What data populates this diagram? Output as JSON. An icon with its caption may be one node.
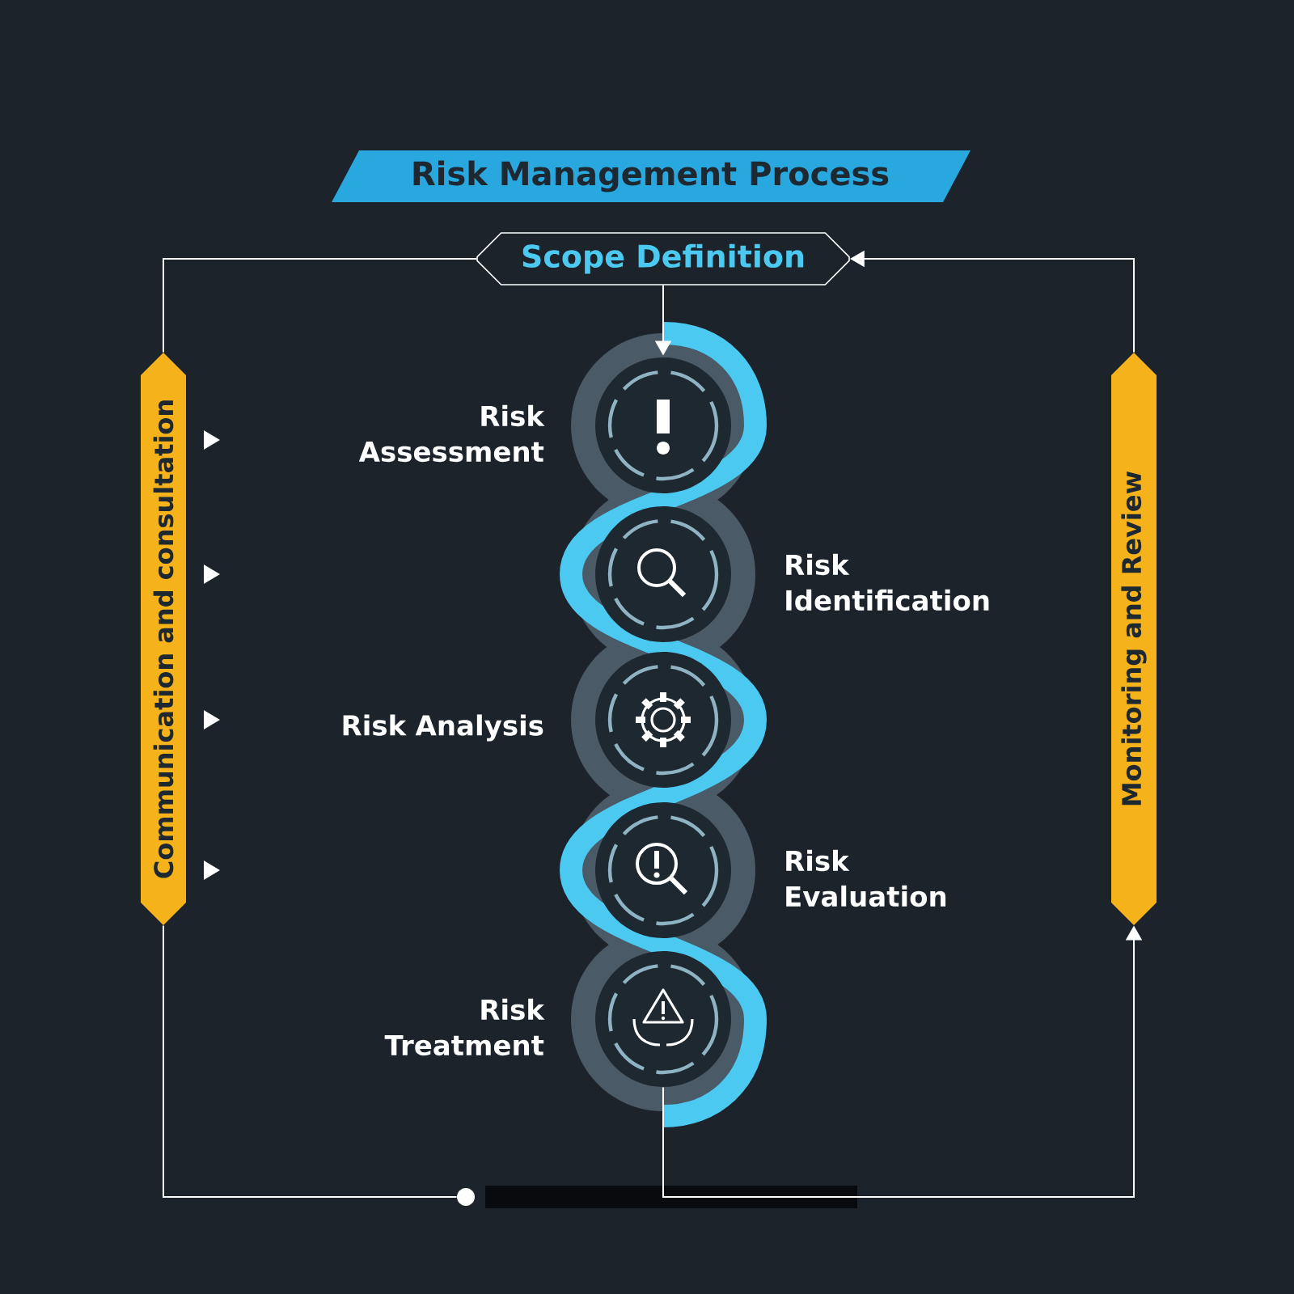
{
  "diagram": {
    "title": "Risk Management Process",
    "nodes": [
      {
        "text": [
          "Scope Definition"
        ]
      },
      {
        "text": [
          "Communication and consultation"
        ]
      },
      {
        "text": [
          "Monitoring and Review"
        ]
      },
      {
        "text": [],
        "shape": "circle",
        "beside": [
          "Risk Assessment"
        ]
      },
      {
        "text": [],
        "shape": "circle",
        "beside": [
          "Risk Identification"
        ]
      },
      {
        "text": [],
        "shape": "circle",
        "beside": [
          "Risk Analysis"
        ]
      },
      {
        "text": [],
        "shape": "circle",
        "beside": [
          "Risk Evaluation"
        ]
      },
      {
        "text": [],
        "shape": "circle",
        "beside": [
          "Risk Treatment"
        ]
      },
      {
        "text": [],
        "shape": "circle"
      }
    ],
    "edges": [
      {
        "from": 1,
        "to": 0,
        "arrow": "none"
      },
      {
        "from": 2,
        "to": 0,
        "arrow": "to"
      },
      {
        "from": 0,
        "to": 3,
        "arrow": "to"
      },
      {
        "from": 1,
        "to": 8,
        "arrow": "none"
      },
      {
        "from": 7,
        "to": 2,
        "arrow": "to"
      }
    ]
  }
}
